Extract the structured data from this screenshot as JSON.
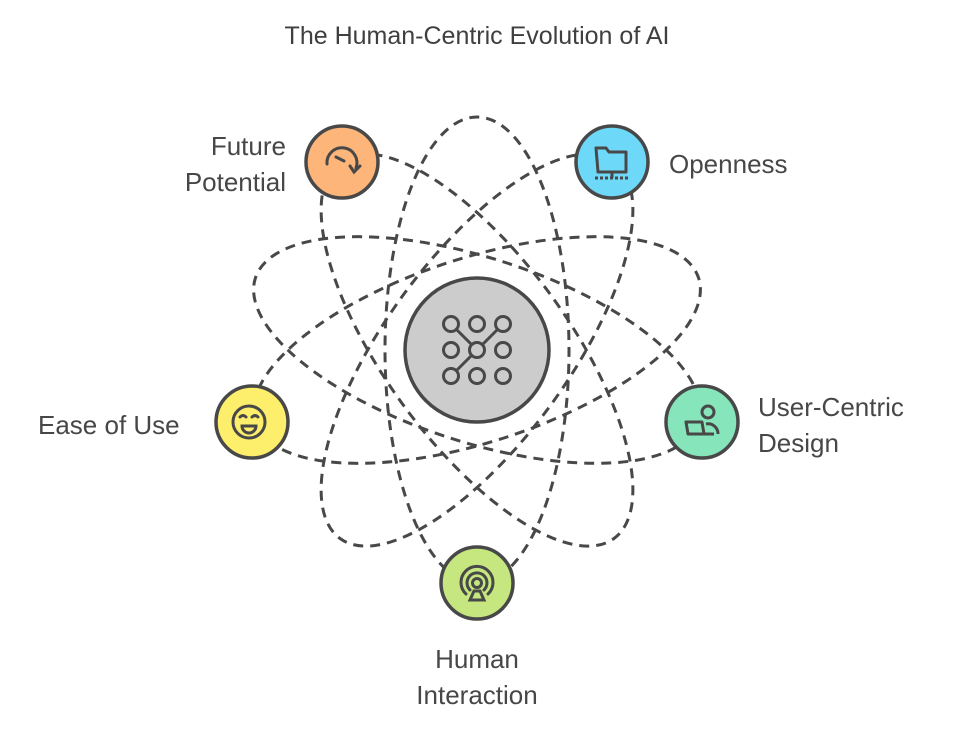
{
  "title": "The Human-Centric Evolution of AI",
  "center": {
    "icon": "network-pattern-icon",
    "color": "#CCCCCC"
  },
  "nodes": [
    {
      "id": "future-potential",
      "label_lines": [
        "Future",
        "Potential"
      ],
      "icon": "rotate-arrow-icon",
      "color": "#FDB57A"
    },
    {
      "id": "openness",
      "label_lines": [
        "Openness"
      ],
      "icon": "network-folder-icon",
      "color": "#6DD8F8"
    },
    {
      "id": "user-centric-design",
      "label_lines": [
        "User-Centric",
        "Design"
      ],
      "icon": "user-laptop-icon",
      "color": "#86E5BA"
    },
    {
      "id": "human-interaction",
      "label_lines": [
        "Human",
        "Interaction"
      ],
      "icon": "broadcast-person-icon",
      "color": "#C6E77F"
    },
    {
      "id": "ease-of-use",
      "label_lines": [
        "Ease of Use"
      ],
      "icon": "smile-face-icon",
      "color": "#FDEE6B"
    }
  ],
  "stroke_color": "#484848"
}
